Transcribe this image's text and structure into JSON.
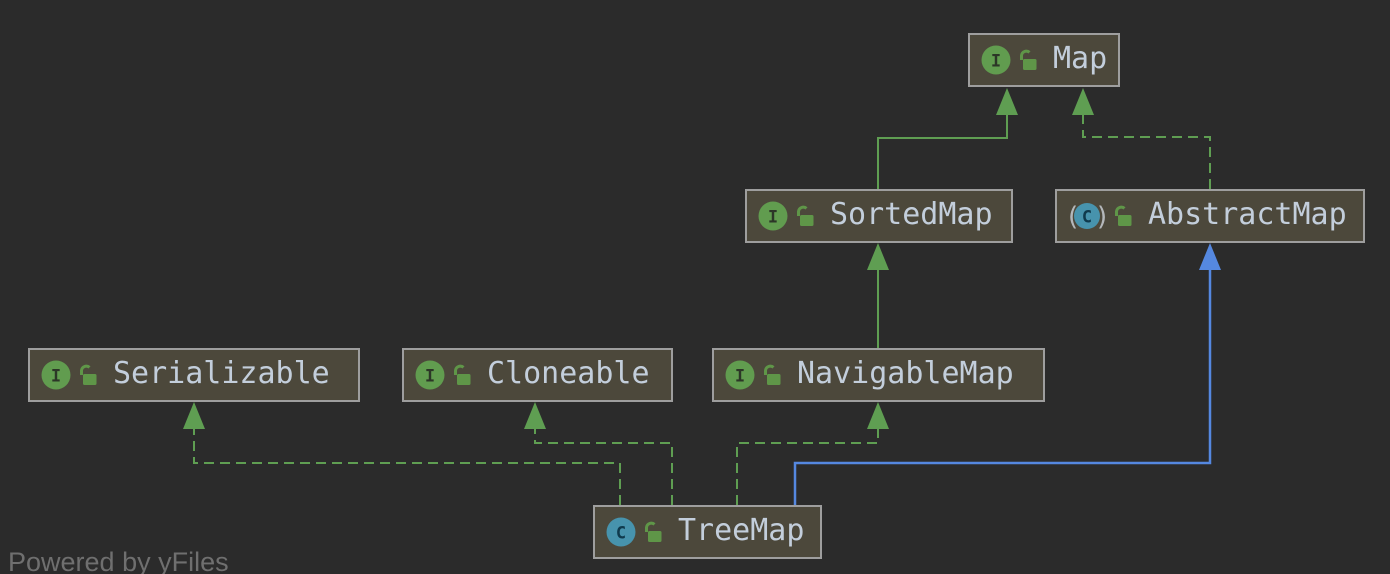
{
  "footer": {
    "powered_by": "Powered by yFiles"
  },
  "colors": {
    "background": "#2b2b2b",
    "node_fill": "#4c483b",
    "node_border": "#9e9e9e",
    "node_text": "#c3cedb",
    "edge_green": "#5f9e52",
    "edge_blue": "#5588e0",
    "interface_icon_green": "#619c4f",
    "class_icon_teal": "#4793ad",
    "lock_green": "#5f9648"
  },
  "diagram": {
    "type": "uml-class-hierarchy",
    "nodes": [
      {
        "id": "map",
        "label": "Map",
        "kind": "interface",
        "icons": [
          "interface-icon",
          "unlocked-icon"
        ]
      },
      {
        "id": "sortedmap",
        "label": "SortedMap",
        "kind": "interface",
        "icons": [
          "interface-icon",
          "unlocked-icon"
        ]
      },
      {
        "id": "abstractmap",
        "label": "AbstractMap",
        "kind": "abstract-class",
        "icons": [
          "abstract-class-icon",
          "unlocked-icon"
        ]
      },
      {
        "id": "serializable",
        "label": "Serializable",
        "kind": "interface",
        "icons": [
          "interface-icon",
          "unlocked-icon"
        ]
      },
      {
        "id": "cloneable",
        "label": "Cloneable",
        "kind": "interface",
        "icons": [
          "interface-icon",
          "unlocked-icon"
        ]
      },
      {
        "id": "navigablemap",
        "label": "NavigableMap",
        "kind": "interface",
        "icons": [
          "interface-icon",
          "unlocked-icon"
        ]
      },
      {
        "id": "treemap",
        "label": "TreeMap",
        "kind": "class",
        "icons": [
          "class-icon",
          "unlocked-icon"
        ]
      }
    ],
    "edges": [
      {
        "from": "SortedMap",
        "to": "Map",
        "line": "solid",
        "color": "#5f9e52",
        "meaning": "extends"
      },
      {
        "from": "AbstractMap",
        "to": "Map",
        "line": "dashed",
        "color": "#5f9e52",
        "meaning": "implements"
      },
      {
        "from": "NavigableMap",
        "to": "SortedMap",
        "line": "solid",
        "color": "#5f9e52",
        "meaning": "extends"
      },
      {
        "from": "TreeMap",
        "to": "Serializable",
        "line": "dashed",
        "color": "#5f9e52",
        "meaning": "implements"
      },
      {
        "from": "TreeMap",
        "to": "Cloneable",
        "line": "dashed",
        "color": "#5f9e52",
        "meaning": "implements"
      },
      {
        "from": "TreeMap",
        "to": "NavigableMap",
        "line": "dashed",
        "color": "#5f9e52",
        "meaning": "implements"
      },
      {
        "from": "TreeMap",
        "to": "AbstractMap",
        "line": "solid",
        "color": "#5588e0",
        "meaning": "extends"
      }
    ]
  }
}
